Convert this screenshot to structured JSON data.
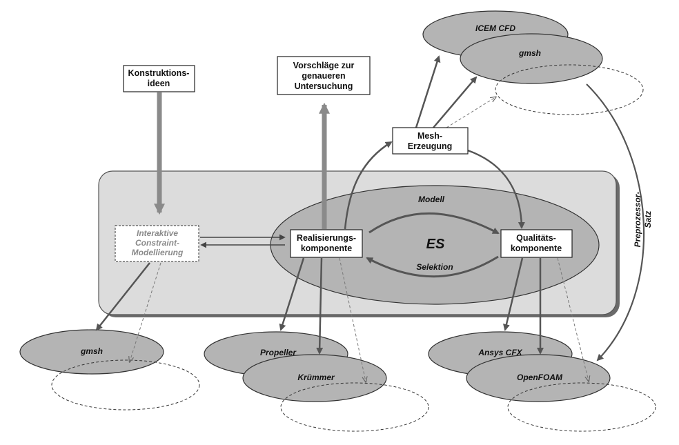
{
  "boxes": {
    "construction": [
      "Konstruktions-",
      "ideen"
    ],
    "suggestions": [
      "Vorschläge zur",
      "genaueren",
      "Untersuchung"
    ],
    "mesh": [
      "Mesh-",
      "Erzeugung"
    ],
    "constraint": [
      "Interaktive",
      "Constraint-",
      "Modellierung"
    ],
    "realization": [
      "Realisierungs-",
      "komponente"
    ],
    "quality": [
      "Qualitäts-",
      "komponente"
    ]
  },
  "labels": {
    "es": "ES",
    "model": "Modell",
    "selection": "Selektion",
    "preprocessor": [
      "Preprozessor-",
      "Satz"
    ]
  },
  "ellipses": {
    "icem": "ICEM CFD",
    "gmsh_top": "gmsh",
    "gmsh_bottom": "gmsh",
    "propeller": "Propeller",
    "kruemmer": "Krümmer",
    "ansys": "Ansys CFX",
    "openfoam": "OpenFOAM"
  },
  "colors": {
    "ellipse_fill": "#b4b4b4",
    "panel_fill": "#dcdcdc",
    "arrow": "#555555",
    "box_fill": "#ffffff"
  }
}
